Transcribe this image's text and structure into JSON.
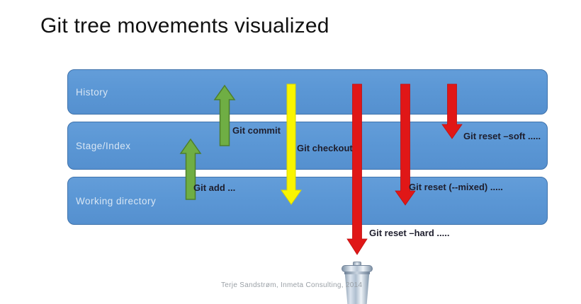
{
  "slide": {
    "title": "Git tree movements visualized",
    "credit": "Terje Sandstrøm, Inmeta Consulting, 2014"
  },
  "rows": [
    {
      "label": "History"
    },
    {
      "label": "Stage/Index"
    },
    {
      "label": "Working directory"
    }
  ],
  "arrows": [
    {
      "id": "git-commit",
      "label": "Git commit",
      "direction": "up",
      "color": "green",
      "from": "Stage/Index",
      "to": "History"
    },
    {
      "id": "git-add",
      "label": "Git add ...",
      "direction": "up",
      "color": "green",
      "from": "Working directory",
      "to": "Stage/Index"
    },
    {
      "id": "git-checkout",
      "label": "Git checkout",
      "direction": "down",
      "color": "yellow",
      "from": "History",
      "to": "Working directory"
    },
    {
      "id": "git-reset-soft",
      "label": "Git reset –soft .....",
      "direction": "down",
      "color": "red",
      "from": "History",
      "to": "Stage/Index"
    },
    {
      "id": "git-reset-mixed",
      "label": "Git reset (--mixed) .....",
      "direction": "down",
      "color": "red",
      "from": "History",
      "to": "Working directory"
    },
    {
      "id": "git-reset-hard",
      "label": "Git reset –hard .....",
      "direction": "down",
      "color": "red",
      "from": "History",
      "to": "trash"
    }
  ],
  "colors": {
    "bar_fill": "#5b97d5",
    "bar_border": "#3f72ab",
    "bar_label": "#d8e6f4",
    "green_fill": "#6fae44",
    "green_stroke": "#4e7e2c",
    "yellow_fill": "#f9f500",
    "yellow_stroke": "#d9d400",
    "red_fill": "#e01717",
    "red_stroke": "#bf1111",
    "label_text": "#1e1e2d",
    "credit_text": "#9aa0a6",
    "title_text": "#111111"
  },
  "icons": {
    "trash": "trash-can-icon"
  }
}
